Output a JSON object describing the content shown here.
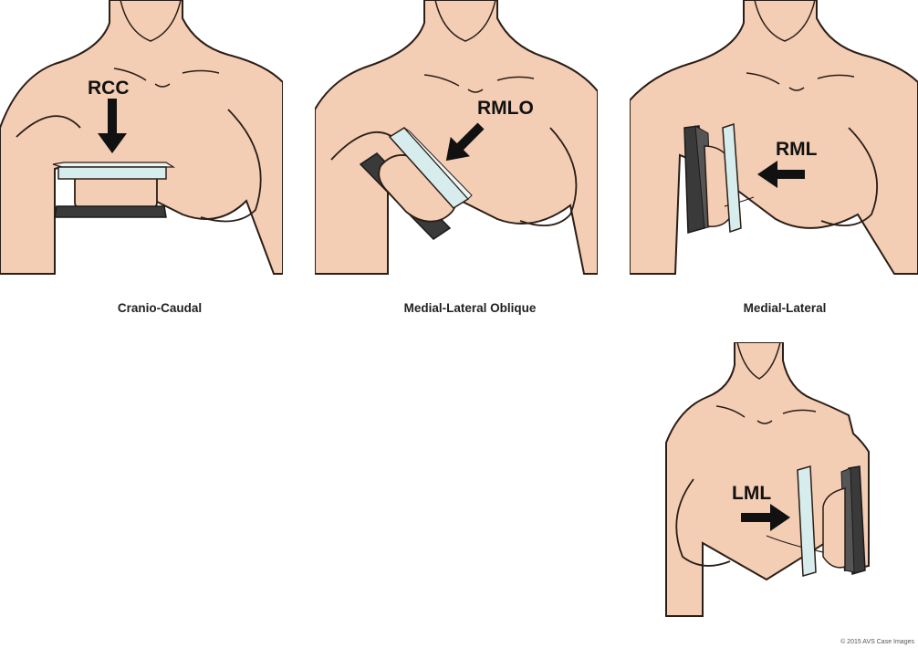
{
  "panels": [
    {
      "id": "cc",
      "tag": "RCC",
      "caption": "Cranio-Caudal"
    },
    {
      "id": "mlo",
      "tag": "RMLO",
      "caption": "Medial-Lateral Oblique"
    },
    {
      "id": "ml",
      "tag": "RML",
      "caption": "Medial-Lateral"
    },
    {
      "id": "lml",
      "tag": "LML",
      "caption": ""
    }
  ],
  "colors": {
    "skin": "#f3cdb4",
    "outline": "#2b1e17",
    "compression_plate": "#d7ecec",
    "detector": "#3a3a3a",
    "arrow": "#111111"
  },
  "copyright": "© 2015 AVS Case Images"
}
